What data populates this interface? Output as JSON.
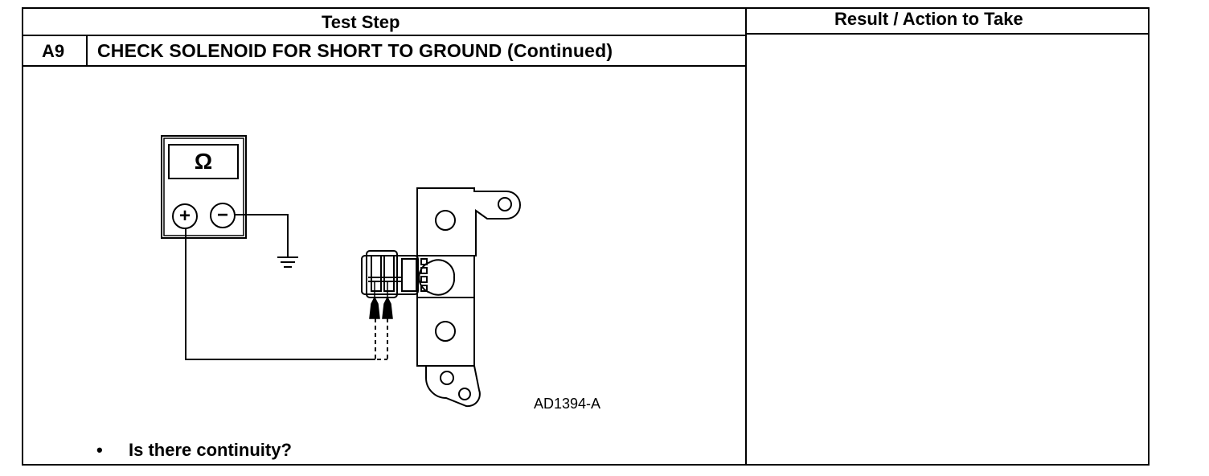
{
  "table": {
    "header_test_step": "Test Step",
    "header_result": "Result / Action to Take",
    "step_id": "A9",
    "step_title": "CHECK SOLENOID FOR SHORT TO GROUND (Continued)"
  },
  "figure": {
    "meter_symbol": "Ω",
    "plus_terminal": "+",
    "minus_terminal": "−",
    "figure_code": "AD1394-A"
  },
  "instructions": {
    "bullet": "•",
    "question": "Is there continuity?"
  }
}
